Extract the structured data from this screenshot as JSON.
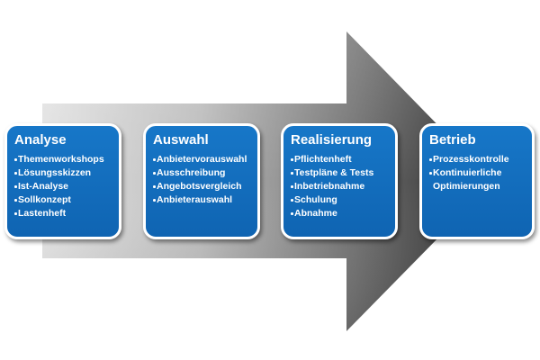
{
  "phases": [
    {
      "title": "Analyse",
      "items": [
        "Themenworkshops",
        "Lösungsskizzen",
        "Ist-Analyse",
        "Sollkonzept",
        "Lastenheft"
      ]
    },
    {
      "title": "Auswahl",
      "items": [
        "Anbietervorauswahl",
        "Ausschreibung",
        "Angebotsvergleich",
        "Anbieterauswahl"
      ]
    },
    {
      "title": "Realisierung",
      "items": [
        "Pflichtenheft",
        "Testpläne & Tests",
        "Inbetriebnahme",
        "Schulung",
        "Abnahme"
      ]
    },
    {
      "title": "Betrieb",
      "items": [
        "Prozesskontrolle",
        "Kontinuierliche Optimierungen"
      ]
    }
  ],
  "colors": {
    "box_fill": "#1370c0",
    "box_border": "#ffffff",
    "text": "#ffffff",
    "arrow_light": "#dedede",
    "arrow_dark": "#262626"
  }
}
